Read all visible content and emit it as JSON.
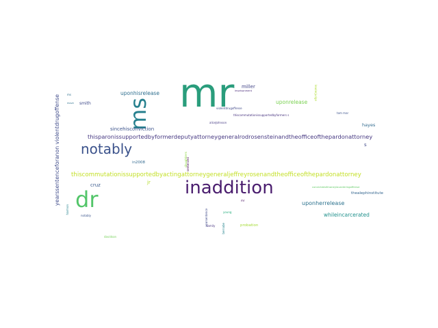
{
  "word_cloud": {
    "words": [
      {
        "text": "mr",
        "color": "#2a9d7c"
      },
      {
        "text": "ms",
        "color": "#27808e"
      },
      {
        "text": "inaddition",
        "color": "#4a1d6e"
      },
      {
        "text": "dr",
        "color": "#52c569"
      },
      {
        "text": "notably",
        "color": "#3b528b"
      },
      {
        "text": "thisparonissupportedbyformerdeputyattorneygeneralrodrosensteinandtheofficeofthepardonattorney",
        "color": "#453781"
      },
      {
        "text": "thiscommutationissupportedbyactingattorneygeneraljeffreyrosenandtheofficeofthepardonattorney",
        "color": "#c2df23"
      },
      {
        "text": "yearssentenceforanon violentdrugoffense",
        "color": "#3e4a89"
      },
      {
        "text": "uponhisrelease",
        "color": "#2e6e8e"
      },
      {
        "text": "uponrelease",
        "color": "#7ad151"
      },
      {
        "text": "uponherrelease",
        "color": "#2c728e"
      },
      {
        "text": "whileincarcerated",
        "color": "#21918c"
      },
      {
        "text": "sincehisconviction",
        "color": "#3b528b"
      },
      {
        "text": "miller",
        "color": "#414487"
      },
      {
        "text": "smith",
        "color": "#3e4989"
      },
      {
        "text": "hayes",
        "color": "#306a8e"
      },
      {
        "text": "cruz",
        "color": "#38598c"
      },
      {
        "text": "jr",
        "color": "#b5de2b"
      },
      {
        "text": "in2008",
        "color": "#31688e"
      },
      {
        "text": "thealephinstitute",
        "color": "#32648e"
      },
      {
        "text": "probation",
        "color": "#a5db36"
      },
      {
        "text": "aliceJohnson",
        "color": "#443983"
      },
      {
        "text": "violentdrugoffense",
        "color": "#3f4788"
      },
      {
        "text": "thiscommutationissupportedbyformers s",
        "color": "#46327e"
      },
      {
        "text": "imprisonment",
        "color": "#482677"
      },
      {
        "text": "tom mar",
        "color": "#3b528b"
      },
      {
        "text": "convictedofmoneylaunderingoffense",
        "color": "#5ec962"
      },
      {
        "text": "ms",
        "color": "#2d708e"
      },
      {
        "text": "mr",
        "color": "#470d60"
      },
      {
        "text": "s",
        "color": "#3e4a89"
      },
      {
        "text": "leaderjudge",
        "color": "#addc30"
      },
      {
        "text": "daughters",
        "color": "#8fd744"
      },
      {
        "text": "sentenced",
        "color": "#440154"
      },
      {
        "text": "harmon",
        "color": "#26828e"
      },
      {
        "text": "notably",
        "color": "#3a548c"
      },
      {
        "text": "yearsentence",
        "color": "#3e4989"
      },
      {
        "text": "young",
        "color": "#29af7f"
      },
      {
        "text": "family",
        "color": "#46337f"
      },
      {
        "text": "bernabe",
        "color": "#25848e"
      },
      {
        "text": "move",
        "color": "#2d718e"
      },
      {
        "text": "davidson",
        "color": "#73d056"
      }
    ]
  }
}
